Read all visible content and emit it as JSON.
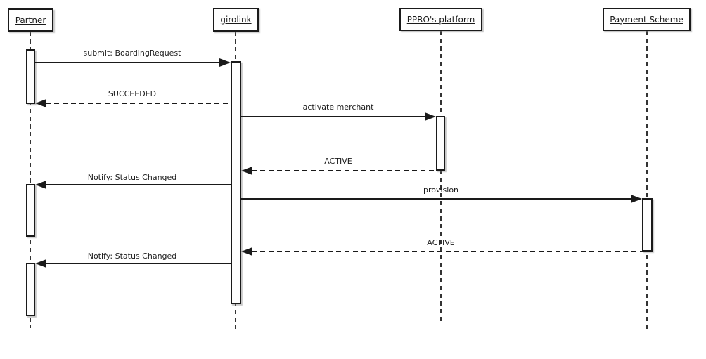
{
  "diagram": {
    "type": "uml-sequence-diagram",
    "background_color": "#ffffff",
    "line_color": "#1a1a1a"
  },
  "actors": [
    {
      "label": "Partner"
    },
    {
      "label": "girolink"
    },
    {
      "label": "PPRO's platform"
    },
    {
      "label": "Payment Scheme"
    }
  ],
  "messages": [
    {
      "from": "Partner",
      "to": "girolink",
      "label": "submit: BoardingRequest",
      "style": "solid"
    },
    {
      "from": "girolink",
      "to": "Partner",
      "label": "SUCCEEDED",
      "style": "dashed"
    },
    {
      "from": "girolink",
      "to": "PPRO's platform",
      "label": "activate merchant",
      "style": "solid"
    },
    {
      "from": "PPRO's platform",
      "to": "girolink",
      "label": "ACTIVE",
      "style": "dashed"
    },
    {
      "from": "girolink",
      "to": "Partner",
      "label": "Notify: Status Changed",
      "style": "solid"
    },
    {
      "from": "girolink",
      "to": "Payment Scheme",
      "label": "provision",
      "style": "solid"
    },
    {
      "from": "Payment Scheme",
      "to": "girolink",
      "label": "ACTIVE",
      "style": "dashed"
    },
    {
      "from": "girolink",
      "to": "Partner",
      "label": "Notify: Status Changed",
      "style": "solid"
    }
  ]
}
